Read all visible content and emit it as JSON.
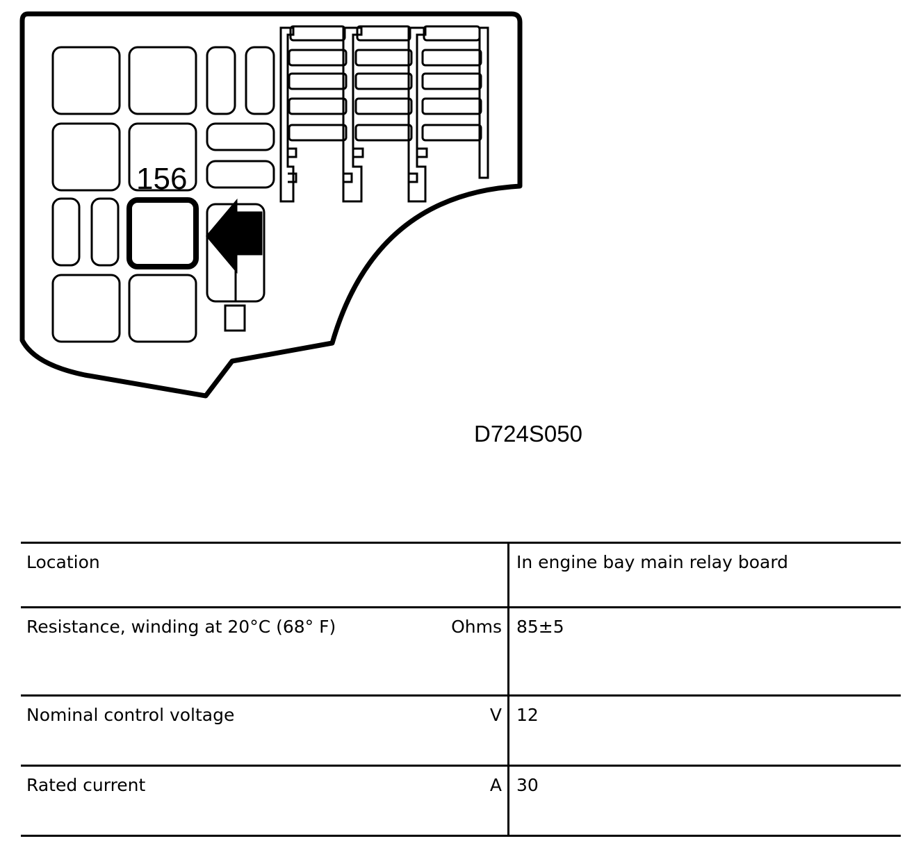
{
  "diagram": {
    "callout_number": "156",
    "highlight_color": "#000000",
    "arrow_icon": "left-arrow-icon"
  },
  "figure_code": "D724S050",
  "spec_table": {
    "rows": [
      {
        "parameter": "Location",
        "unit": "",
        "value": "In engine bay main relay board"
      },
      {
        "parameter": "Resistance, winding at 20°C (68° F)",
        "unit": "Ohms",
        "value": "85±5"
      },
      {
        "parameter": "Nominal control voltage",
        "unit": "V",
        "value": "12"
      },
      {
        "parameter": "Rated current",
        "unit": "A",
        "value": "30"
      }
    ]
  }
}
